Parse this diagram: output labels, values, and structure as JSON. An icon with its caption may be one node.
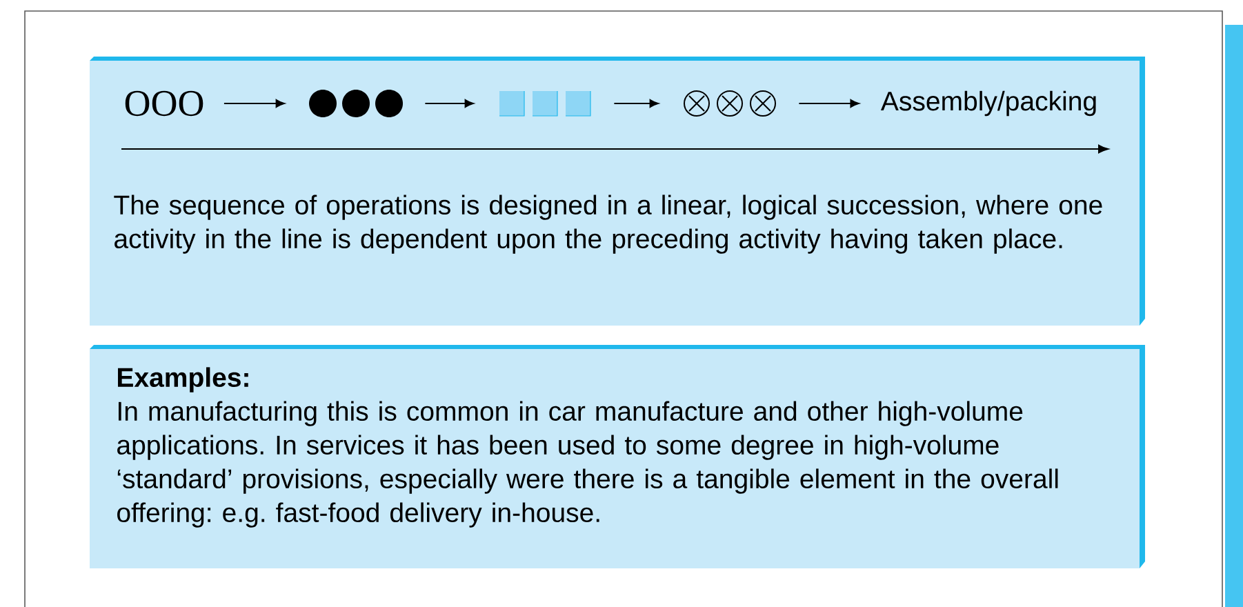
{
  "diagram": {
    "nodes": [
      {
        "text": [
          "The sequence of operations is designed in a linear, logical succession, where one activity in the line is dependent upon the preceding activity having taken place."
        ]
      },
      {
        "text": [
          "OOO"
        ],
        "in": 0
      },
      {
        "text": [],
        "shape": "dot",
        "in": 0
      },
      {
        "text": [],
        "shape": "box",
        "in": 0
      },
      {
        "text": [],
        "shape": "circle",
        "in": 0
      },
      {
        "text": [
          "Assembly/packing"
        ],
        "in": 0
      },
      {
        "text": [
          "Examples:",
          "In manufacturing this is common in car manufacture and other high-volume applications. In services it has been used to some degree in high-volume ‘standard’ provisions, especially were there is a tangible element in the overall offering: e.g. fast-food delivery in-house."
        ]
      }
    ],
    "edges": [
      {
        "from": 1,
        "to": 2,
        "arrow": "to"
      },
      {
        "from": 2,
        "to": 3,
        "arrow": "to"
      },
      {
        "from": 3,
        "to": 4,
        "arrow": "to"
      },
      {
        "from": 4,
        "to": 5,
        "arrow": "to"
      }
    ]
  }
}
